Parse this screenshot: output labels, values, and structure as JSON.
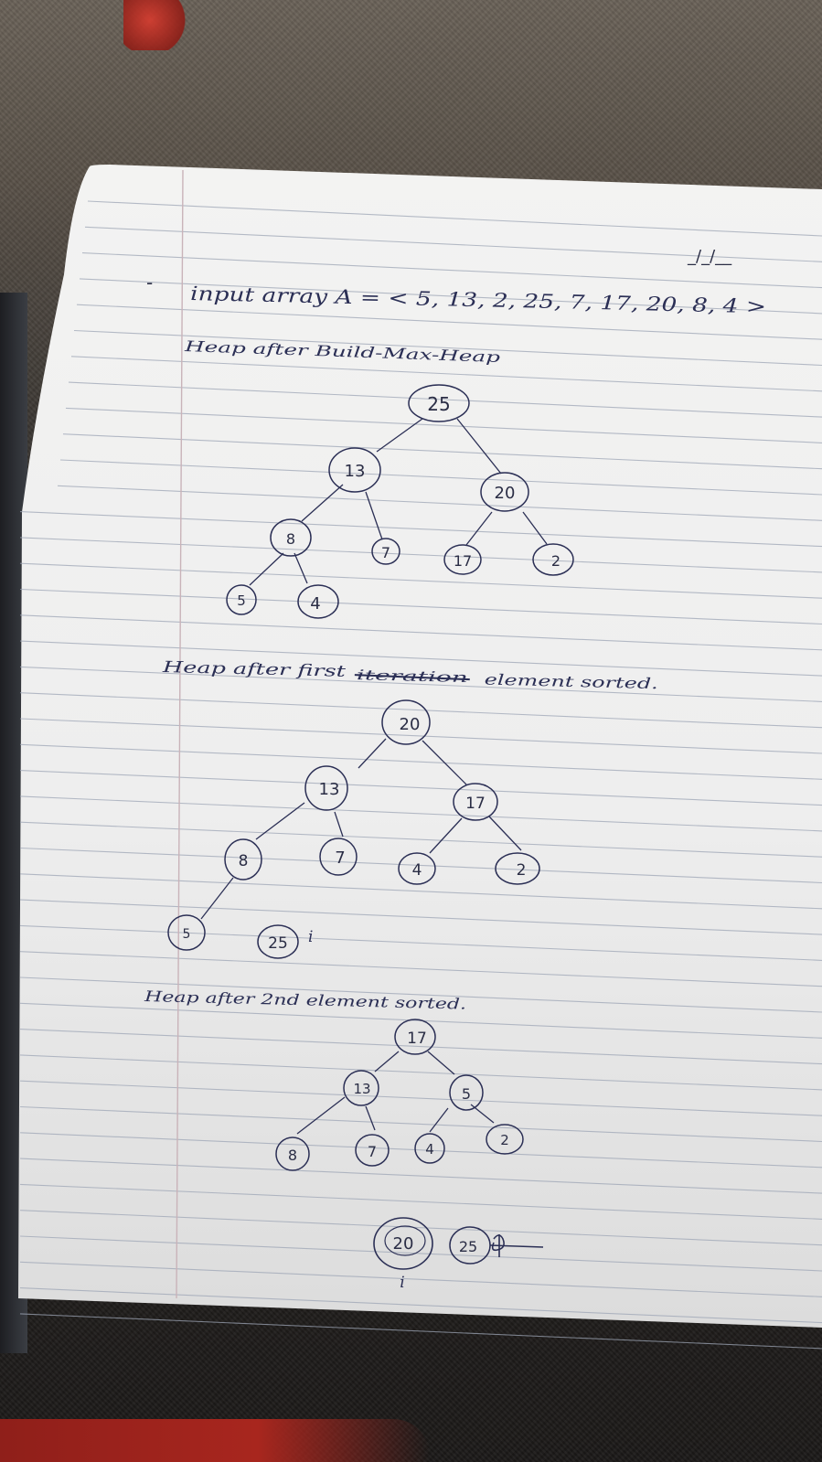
{
  "notebook": {
    "date_mark": "_/_/__",
    "bullet": "-",
    "input_line": "input array A = < 5, 13, 2, 25, 7, 17, 20, 8, 4 >"
  },
  "sections": [
    {
      "heading": "Heap after Build-Max-Heap",
      "nodes": [
        "25",
        "13",
        "20",
        "8",
        "7",
        "17",
        "2",
        "5",
        "4"
      ],
      "sorted": []
    },
    {
      "heading_parts": {
        "before": "Heap after first",
        "crossed": "iteration",
        "after": "element sorted."
      },
      "nodes": [
        "20",
        "13",
        "17",
        "8",
        "7",
        "4",
        "2",
        "5"
      ],
      "sorted": [
        "25"
      ],
      "marker": "i"
    },
    {
      "heading": "Heap after 2nd element sorted.",
      "nodes": [
        "17",
        "13",
        "5",
        "8",
        "7",
        "4",
        "2"
      ],
      "sorted": [
        "20",
        "25"
      ],
      "marker": "i"
    }
  ],
  "colors": {
    "ink": "#2b2f55",
    "paper": "#f2f2f2",
    "rule": "#9aa3b4",
    "margin": "#c9b8bf"
  }
}
